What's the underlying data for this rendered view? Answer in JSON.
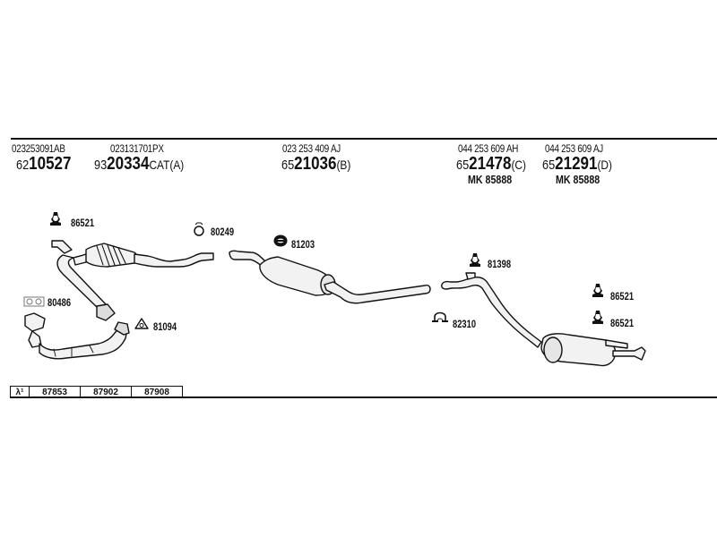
{
  "header_parts": [
    {
      "oe": "023253091AB",
      "prefix": "62",
      "number": "10527",
      "suffix": ""
    },
    {
      "oe": "023131701PX",
      "prefix": "93",
      "number": "20334",
      "suffix": "CAT(A)"
    },
    {
      "oe": "023 253 409 AJ",
      "prefix": "65",
      "number": "21036",
      "suffix": "(B)"
    },
    {
      "oe": "044 253 609 AH",
      "prefix": "65",
      "number": "21478",
      "suffix": "(C)",
      "kit": "MK 85888"
    },
    {
      "oe": "044 253 609 AJ",
      "prefix": "65",
      "number": "21291",
      "suffix": "(D)",
      "kit": "MK 85888"
    }
  ],
  "accessories": [
    {
      "id": "rubber-mount-1",
      "icon": "rubber-mount-icon",
      "code": "86521"
    },
    {
      "id": "ring-clamp",
      "icon": "ring-clamp-icon",
      "code": "80249"
    },
    {
      "id": "gasket-ring",
      "icon": "gasket-ring-icon",
      "code": "81203"
    },
    {
      "id": "manifold-gasket",
      "icon": "manifold-gasket-icon",
      "code": "80486"
    },
    {
      "id": "flange-gasket",
      "icon": "flange-gasket-icon",
      "code": "81094"
    },
    {
      "id": "rubber-mount-2",
      "icon": "rubber-mount-icon",
      "code": "81398"
    },
    {
      "id": "u-clamp",
      "icon": "u-clamp-icon",
      "code": "82310"
    },
    {
      "id": "rubber-mount-3",
      "icon": "rubber-mount-icon",
      "code": "86521"
    },
    {
      "id": "rubber-mount-4",
      "icon": "rubber-mount-icon",
      "code": "86521"
    }
  ],
  "lambda_table": {
    "symbol": "λ¹",
    "cells": [
      "87853",
      "87902",
      "87908"
    ]
  },
  "colors": {
    "ink": "#111111",
    "background": "#ffffff",
    "fill": "#e8e8e8"
  }
}
